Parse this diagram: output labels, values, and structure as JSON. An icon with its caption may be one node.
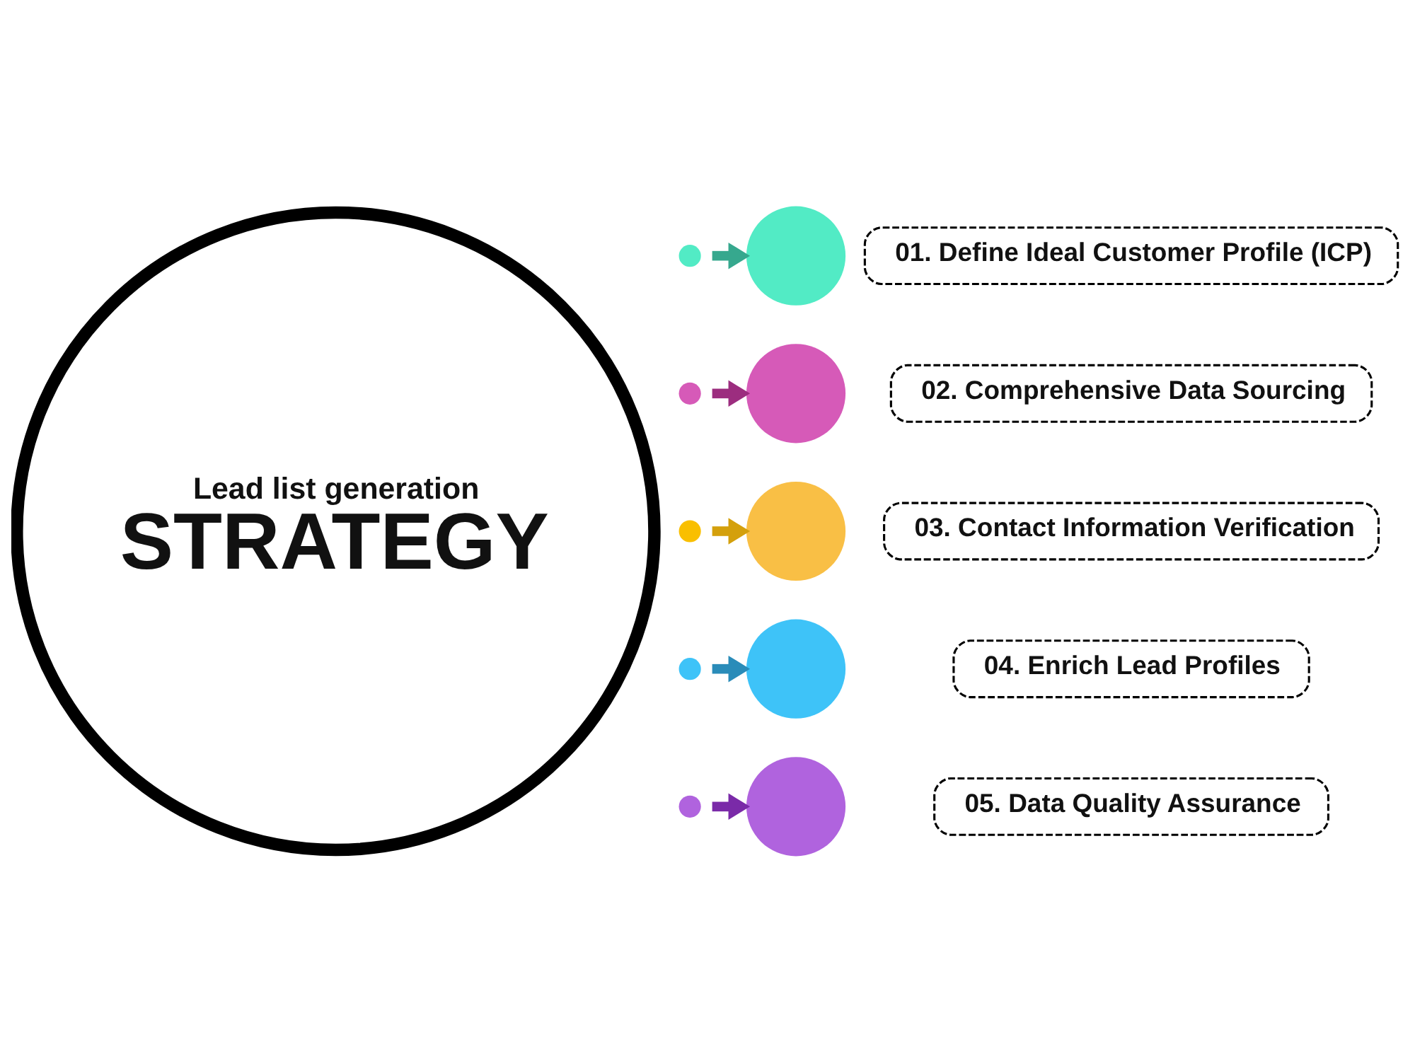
{
  "diagram": {
    "nodes": [
      {
        "text": [
          "Lead list generation",
          "STRATEGY"
        ]
      },
      {
        "text": [],
        "shape": "circle"
      },
      {
        "text": [],
        "shape": "circle"
      },
      {
        "text": [
          "01. Define Ideal Customer Profile (ICP)"
        ]
      },
      {
        "text": [],
        "shape": "circle"
      },
      {
        "text": [],
        "shape": "circle"
      },
      {
        "text": [
          "02. Comprehensive Data Sourcing"
        ]
      },
      {
        "text": [],
        "shape": "circle"
      },
      {
        "text": [],
        "shape": "circle"
      },
      {
        "text": [
          "03. Contact Information Verification"
        ]
      },
      {
        "text": [],
        "shape": "circle"
      },
      {
        "text": [],
        "shape": "circle"
      },
      {
        "text": [
          "04. Enrich Lead Profiles"
        ]
      },
      {
        "text": [],
        "shape": "circle"
      },
      {
        "text": [],
        "shape": "circle"
      },
      {
        "text": [
          "05. Data Quality Assurance"
        ]
      }
    ],
    "edges": [
      {
        "from": 1,
        "to": 2,
        "arrow": "to",
        "color": "#36a88e"
      },
      {
        "from": 4,
        "to": 5,
        "arrow": "to",
        "color": "#9c2d7f"
      },
      {
        "from": 7,
        "to": 8,
        "arrow": "to",
        "color": "#d4a00c"
      },
      {
        "from": 10,
        "to": 11,
        "arrow": "to",
        "color": "#2a8cb9"
      },
      {
        "from": 13,
        "to": 14,
        "arrow": "to",
        "color": "#7a2aa8"
      }
    ]
  }
}
